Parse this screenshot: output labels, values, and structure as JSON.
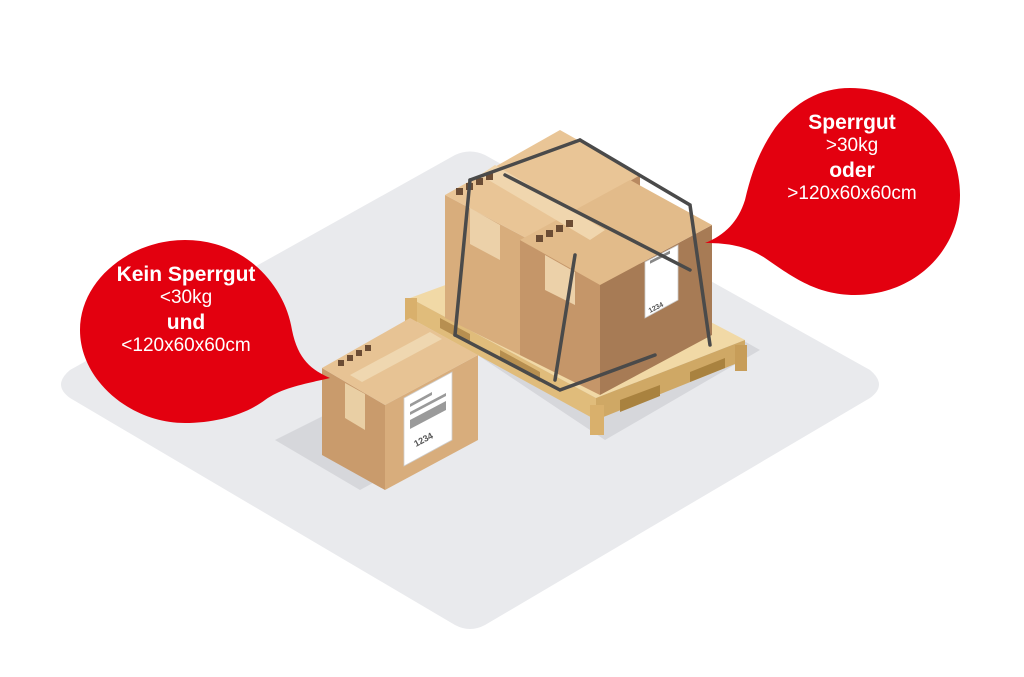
{
  "bubbles": {
    "left": {
      "title": "Kein Sperrgut",
      "weight": "<30kg",
      "connector": "und",
      "size": "<120x60x60cm"
    },
    "right": {
      "title": "Sperrgut",
      "weight": ">30kg",
      "connector": "oder",
      "size": ">120x60x60cm"
    }
  },
  "labels": {
    "small_box_number": "1234",
    "pallet_box_number": "1234"
  },
  "colors": {
    "accent_red": "#e3000f",
    "floor": "#e9eaed",
    "cardboard_light": "#d8ad7c",
    "cardboard_dark": "#a77b55",
    "pallet_wood": "#e8c98d"
  }
}
